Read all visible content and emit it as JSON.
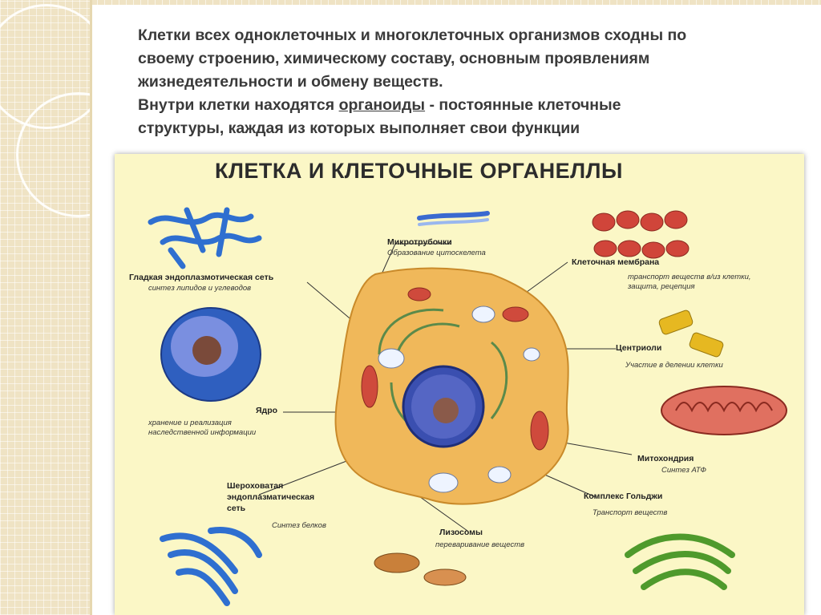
{
  "slide": {
    "text_line1": "Клетки всех одноклеточных и многоклеточных организмов сходны по",
    "text_line2": "своему строению, химическому составу, основным проявлениям",
    "text_line3": "жизнедеятельности и обмену веществ.",
    "text_line4_prefix": "Внутри клетки находятся ",
    "text_line4_term": "органоиды",
    "text_line4_suffix": " - постоянные клеточные",
    "text_line5": "структуры, каждая из которых выполняет свои функции"
  },
  "poster": {
    "title": "КЛЕТКА И КЛЕТОЧНЫЕ ОРГАНЕЛЛЫ",
    "labels": {
      "microtubules": "Микротрубочки",
      "microtubules_sub": "Образование цитоскелета",
      "smooth_er": "Гладкая эндоплазмотическая сеть",
      "smooth_er_sub": "синтез липидов и углеводов",
      "membrane": "Клеточная мембрана",
      "membrane_sub1": "транспорт веществ в/из клетки,",
      "membrane_sub2": "защита, рецепция",
      "centrioles": "Центриоли",
      "centrioles_sub": "Участие в делении клетки",
      "nucleus": "Ядро",
      "nucleus_sub1": "хранение и реализация",
      "nucleus_sub2": "наследственной информации",
      "mitochondria": "Митохондрия",
      "mitochondria_sub": "Синтез АТФ",
      "rough_er_1": "Шероховатая",
      "rough_er_2": "эндоплазматическая",
      "rough_er_3": "сеть",
      "rough_er_sub": "Синтез белков",
      "golgi": "Комплекс Гольджи",
      "golgi_sub": "Транспорт веществ",
      "lysosomes": "Лизосомы",
      "lysosomes_sub": "переваривание веществ"
    }
  },
  "colors": {
    "poster_bg": "#fbf7c6",
    "cell_body": "#f0b85a",
    "nucleus": "#3a4fb0",
    "mitochondria": "#cf4a3c",
    "er_blue": "#2f6fd0",
    "golgi_green": "#4f9a2c",
    "centriole_yellow": "#e6b821"
  }
}
